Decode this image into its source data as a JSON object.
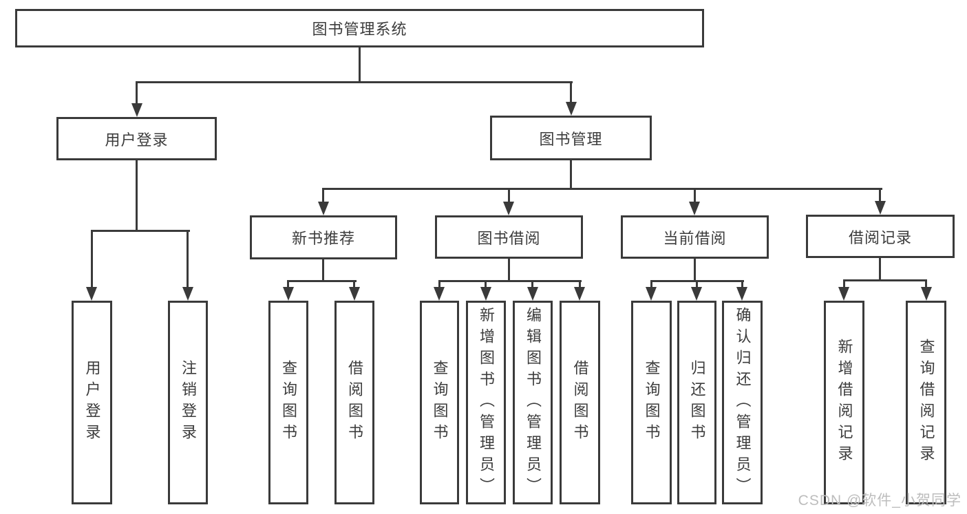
{
  "tree": {
    "root": {
      "label": "图书管理系统"
    },
    "branches": [
      {
        "label": "用户登录",
        "children": [
          {
            "label": "用户登录"
          },
          {
            "label": "注销登录"
          }
        ]
      },
      {
        "label": "图书管理",
        "children": [
          {
            "label": "新书推荐",
            "children": [
              {
                "label": "查询图书"
              },
              {
                "label": "借阅图书"
              }
            ]
          },
          {
            "label": "图书借阅",
            "children": [
              {
                "label": "查询图书"
              },
              {
                "label": "新增图书（管理员）"
              },
              {
                "label": "编辑图书（管理员）"
              },
              {
                "label": "借阅图书"
              }
            ]
          },
          {
            "label": "当前借阅",
            "children": [
              {
                "label": "查询图书"
              },
              {
                "label": "归还图书"
              },
              {
                "label": "确认归还（管理员）"
              }
            ]
          },
          {
            "label": "借阅记录",
            "children": [
              {
                "label": "新增借阅记录"
              },
              {
                "label": "查询借阅记录"
              }
            ]
          }
        ]
      }
    ]
  },
  "watermark": {
    "text": "CSDN @软件_小贺同学"
  },
  "colors": {
    "line": "#3a3a3a",
    "text": "#3c3c3c",
    "watermark": "#bdbdbd",
    "background": "#ffffff"
  }
}
